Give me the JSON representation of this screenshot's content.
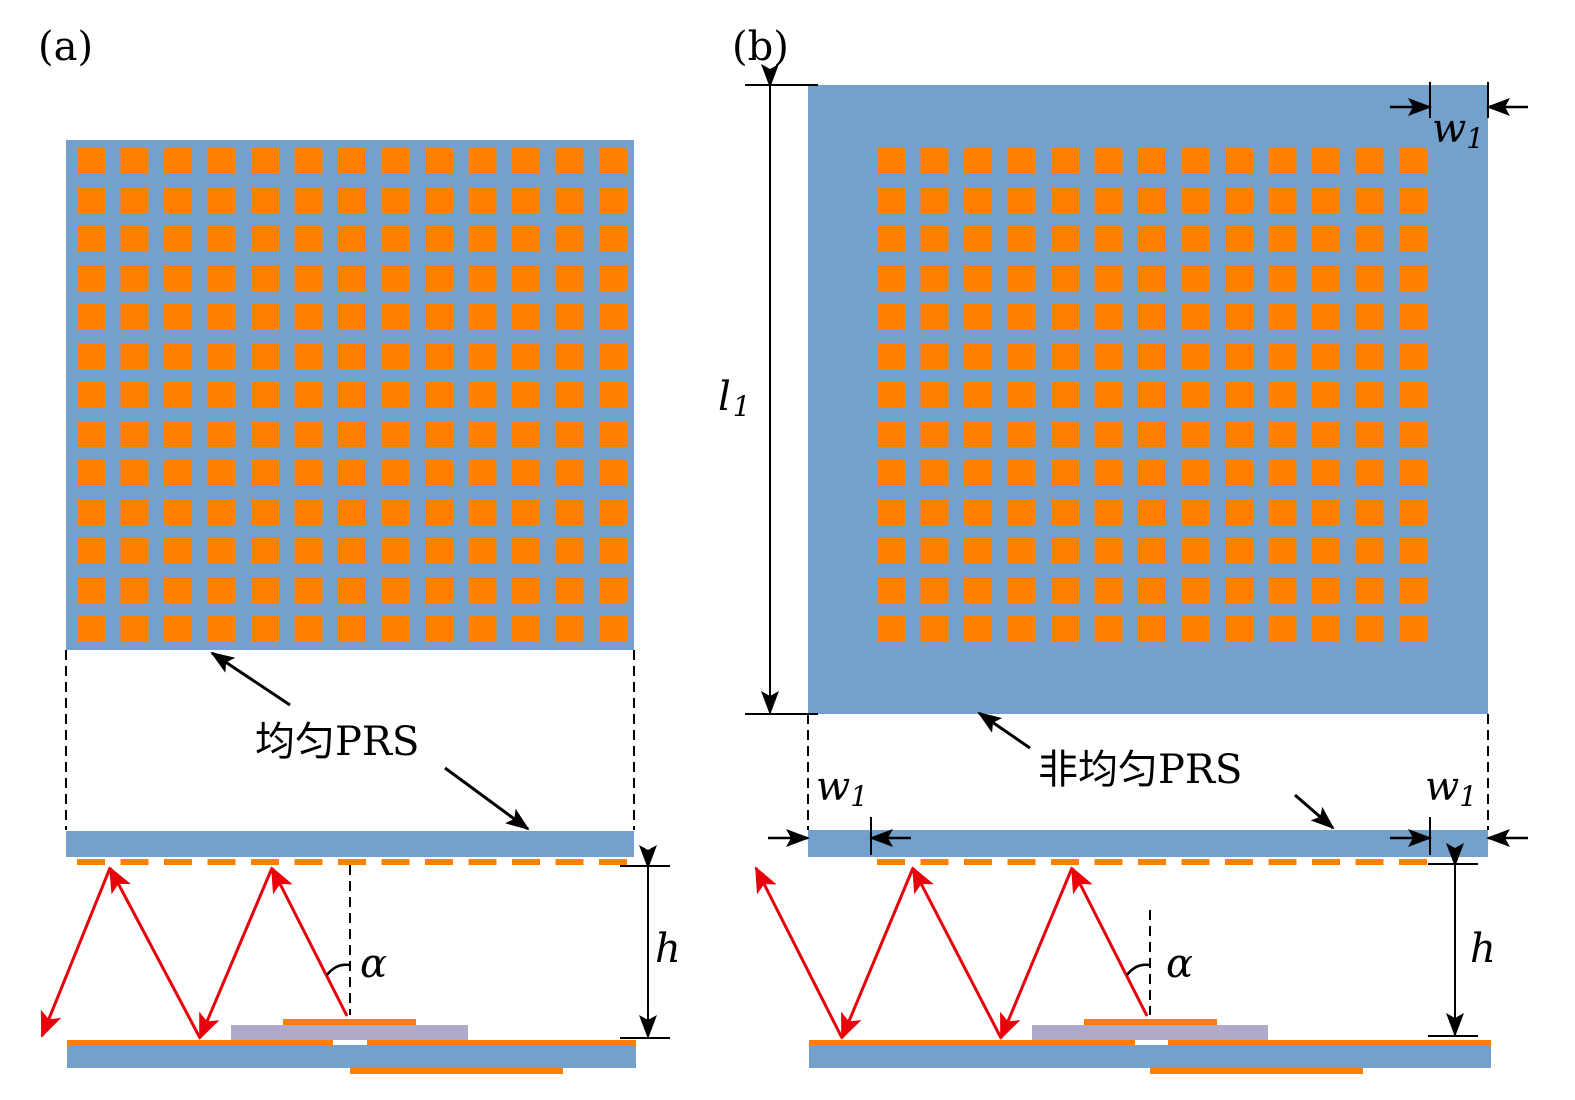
{
  "colors": {
    "substrate": "#74a0cc",
    "patch": "#ff8000",
    "feed": "#b0a9c9",
    "ray": "#e8000b"
  },
  "panel_a": {
    "label": "(a)",
    "prs_label": "均匀PRS",
    "grid": {
      "rows": 13,
      "cols": 13
    },
    "height_symbol": "h",
    "angle_symbol": "α"
  },
  "panel_b": {
    "label": "(b)",
    "prs_label": "非均匀PRS",
    "grid": {
      "rows": 13,
      "cols": 13
    },
    "height_symbol": "h",
    "angle_symbol": "α",
    "length_symbol": "l",
    "length_sub": "1",
    "width_symbol": "w",
    "width_sub": "1"
  }
}
